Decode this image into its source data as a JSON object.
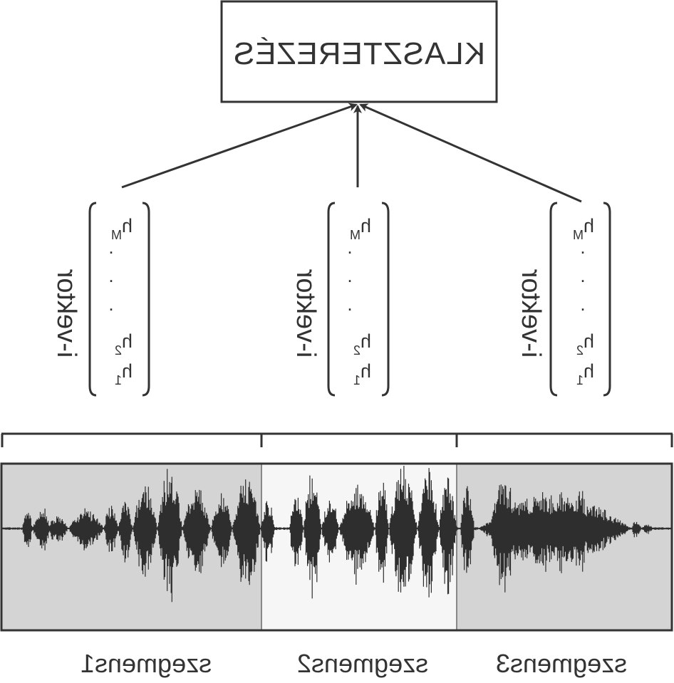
{
  "title": "KLASZTEREZÉS",
  "columns": [
    {
      "label": "i-vektor",
      "components": [
        {
          "base": "h",
          "sub": "1"
        },
        {
          "base": "h",
          "sub": "2"
        },
        {
          "base": "h",
          "sub": "M"
        }
      ],
      "dots": "."
    },
    {
      "label": "i-vektor",
      "components": [
        {
          "base": "h",
          "sub": "1"
        },
        {
          "base": "h",
          "sub": "2"
        },
        {
          "base": "h",
          "sub": "M"
        }
      ],
      "dots": "."
    },
    {
      "label": "i-vektor",
      "components": [
        {
          "base": "h",
          "sub": "1"
        },
        {
          "base": "h",
          "sub": "2"
        },
        {
          "base": "h",
          "sub": "M"
        }
      ],
      "dots": "."
    }
  ],
  "segments": [
    {
      "label": "szegmens1",
      "shade": "#d4d4d4"
    },
    {
      "label": "szegmens2",
      "shade": "#f6f6f6"
    },
    {
      "label": "szegmens3",
      "shade": "#d4d4d4"
    }
  ],
  "colors": {
    "ink": "#333333",
    "waveform": "#2e2e2e"
  }
}
